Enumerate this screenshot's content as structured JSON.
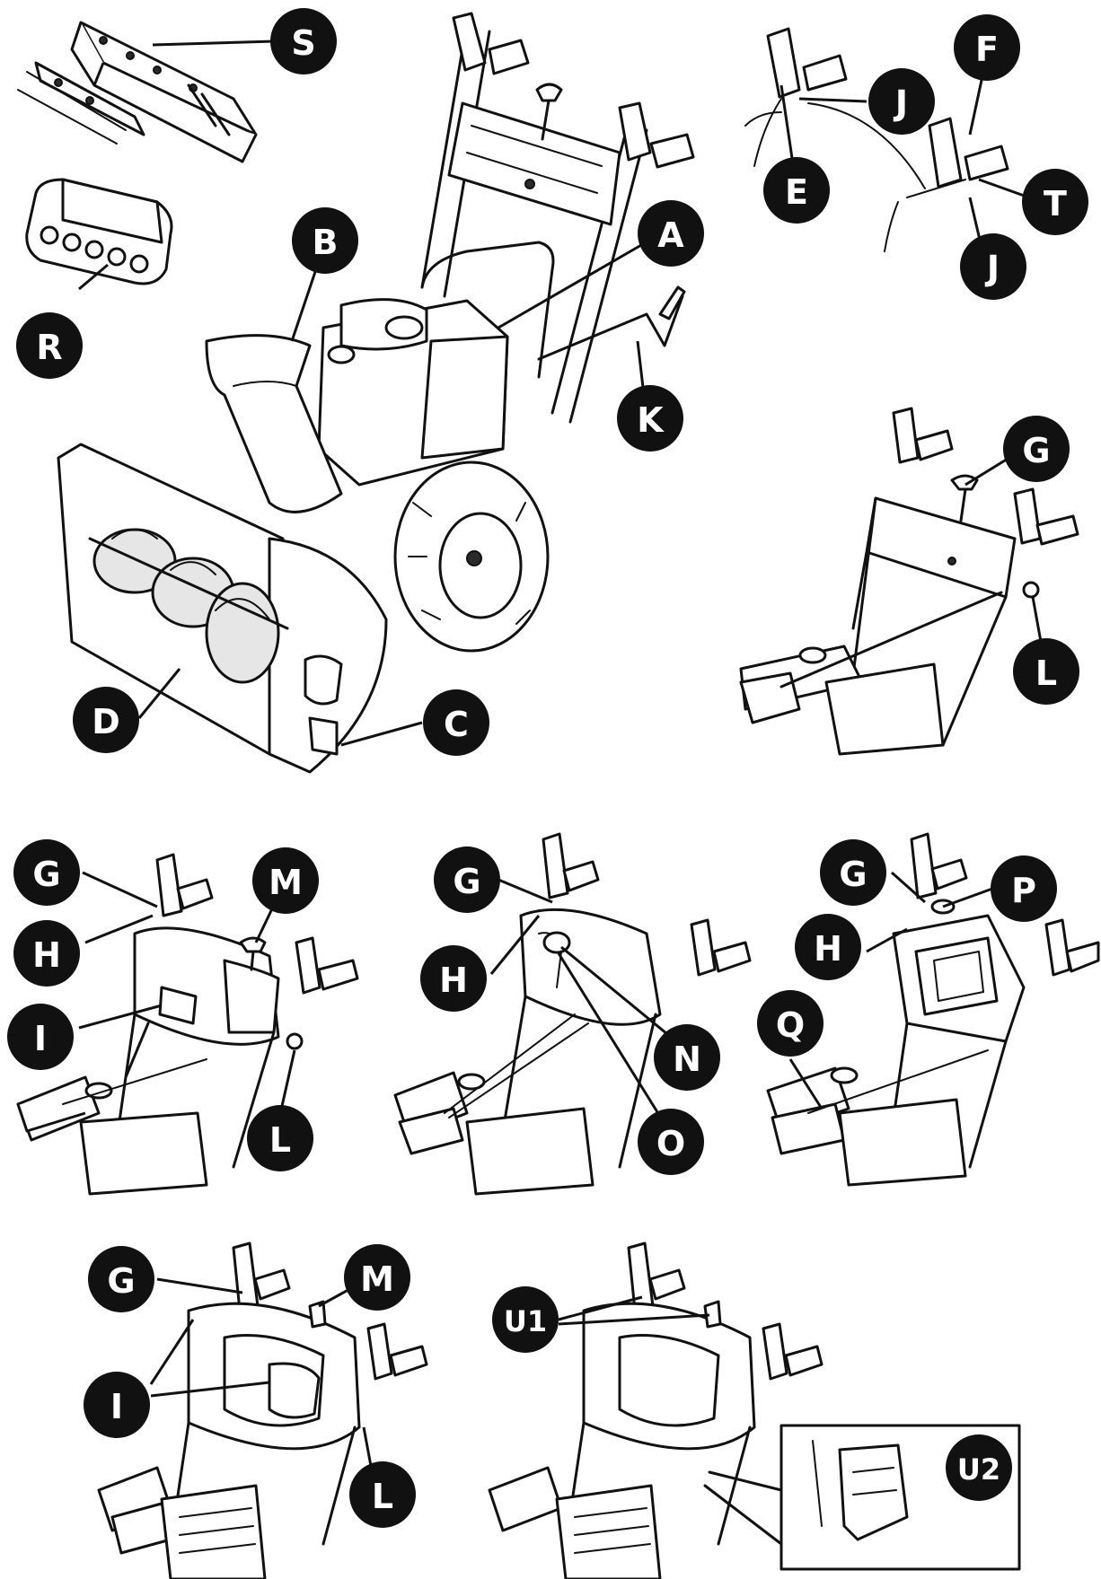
{
  "labels": {
    "S": "S",
    "R": "R",
    "B": "B",
    "A": "A",
    "K": "K",
    "D": "D",
    "C": "C",
    "F": "F",
    "J1": "J",
    "E": "E",
    "T": "T",
    "J2": "J",
    "G1": "G",
    "L1": "L",
    "G2": "G",
    "M2": "M",
    "H2": "H",
    "I2": "I",
    "L2": "L",
    "G3": "G",
    "H3": "H",
    "N3": "N",
    "O3": "O",
    "G4": "G",
    "P4": "P",
    "H4": "H",
    "Q4": "Q",
    "G5": "G",
    "M5": "M",
    "I5": "I",
    "L5": "L",
    "U1": "U1",
    "U2": "U2"
  },
  "colors": {
    "line": "#111111",
    "badge": "#111111",
    "badge_text": "#ffffff",
    "background": "#ffffff"
  }
}
